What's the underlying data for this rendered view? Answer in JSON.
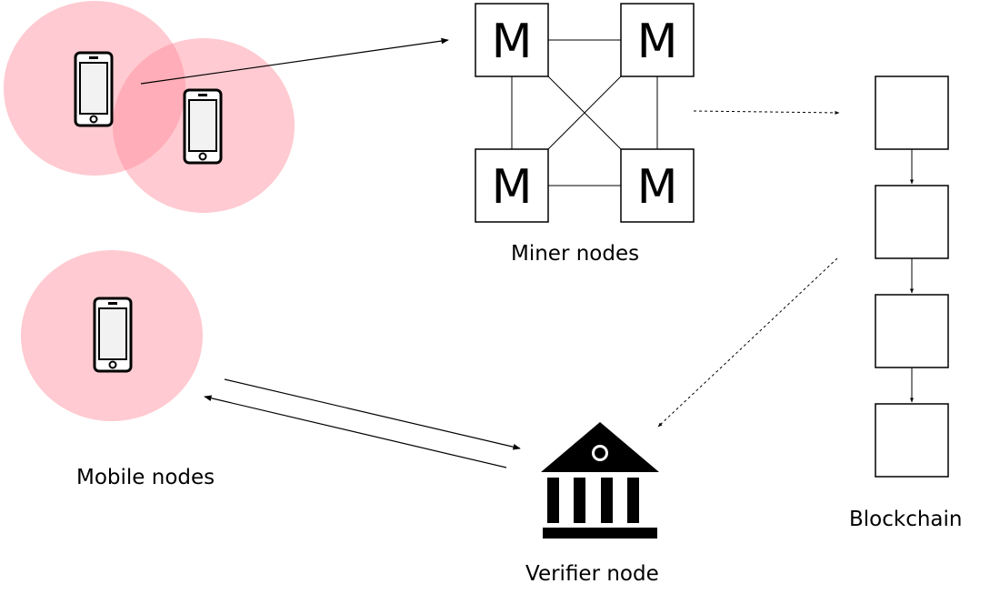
{
  "labels": {
    "miner_nodes": "Miner nodes",
    "mobile_nodes": "Mobile nodes",
    "blockchain": "Blockchain",
    "verifier_node": "Verifier node"
  },
  "miner": {
    "letter": "M"
  },
  "colors": {
    "range_fill": "#ff8a99",
    "line": "#000000",
    "phone_screen": "#f2f2f2"
  }
}
